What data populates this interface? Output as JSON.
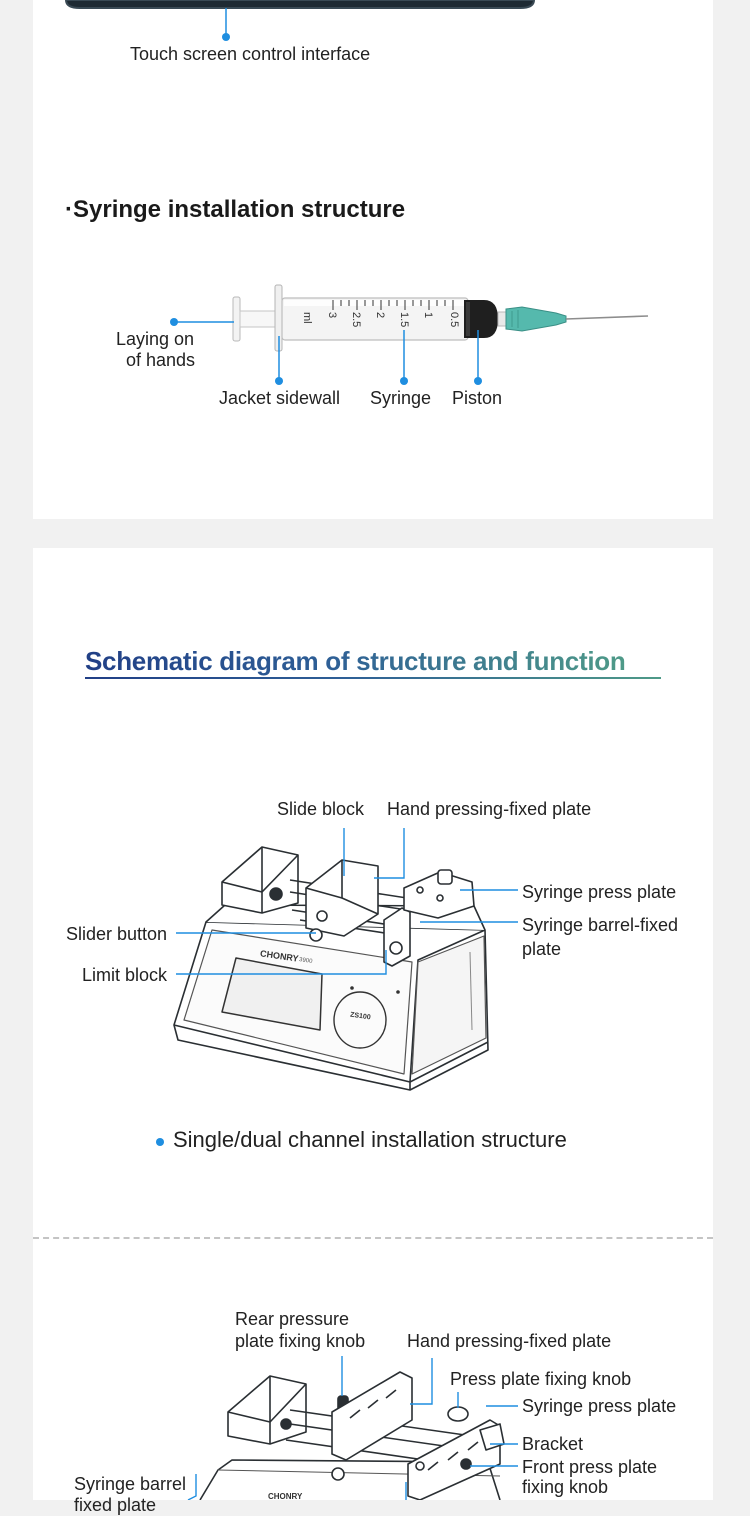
{
  "top_section": {
    "screen_caption": "Touch screen control interface",
    "syringe_title": "·Syringe installation structure",
    "syringe_labels": {
      "laying_on_hands_line1": "Laying on",
      "laying_on_hands_line2": "of hands",
      "jacket_sidewall": "Jacket sidewall",
      "syringe": "Syringe",
      "piston": "Piston"
    },
    "scale_marks": [
      "ml",
      "3",
      "2.5",
      "2",
      "1.5",
      "1",
      "0.5"
    ]
  },
  "schematic": {
    "title": "Schematic diagram of structure and function",
    "labels": {
      "slide_block": "Slide block",
      "hand_pressing_fixed_plate": "Hand pressing-fixed plate",
      "syringe_press_plate": "Syringe press plate",
      "syringe_barrel_fixed_plate_line1": "Syringe barrel-fixed",
      "syringe_barrel_fixed_plate_line2": "plate",
      "slider_button": "Slider button",
      "limit_block": "Limit block"
    },
    "device_brand": "CHONRY",
    "device_model": "ZS100",
    "device_tag": "3900",
    "caption": "Single/dual channel installation structure"
  },
  "second_diagram": {
    "labels": {
      "rear_knob_line1": "Rear pressure",
      "rear_knob_line2": "plate fixing knob",
      "hand_pressing_fixed_plate": "Hand pressing-fixed plate",
      "press_plate_fixing_knob": "Press plate fixing knob",
      "syringe_press_plate": "Syringe press plate",
      "bracket": "Bracket",
      "front_knob_line1": "Front press plate",
      "front_knob_line2": "fixing knob",
      "syringe_barrel_line1": "Syringe barrel",
      "syringe_barrel_line2": "fixed plate"
    },
    "device_brand": "CHONRY"
  },
  "colors": {
    "accent_blue": "#1f8ee0",
    "title_gradient_start": "#213f86",
    "title_gradient_end": "#4e9a88",
    "device_dark": "#2a2f33"
  }
}
